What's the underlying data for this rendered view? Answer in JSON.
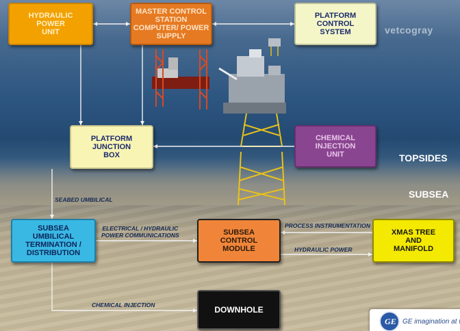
{
  "boxes": {
    "hydraulic_power_unit": "HYDRAULIC\nPOWER\nUNIT",
    "master_control_station": "MASTER CONTROL\nSTATION\nCOMPUTER/ POWER\nSUPPLY",
    "platform_control_system": "PLATFORM\nCONTROL\nSYSTEM",
    "platform_junction_box": "PLATFORM\nJUNCTION\nBOX",
    "chemical_injection_unit": "CHEMICAL\nINJECTION\nUNIT",
    "subsea_umbilical_termination": "SUBSEA\nUMBILICAL\nTERMINATION /\nDISTRIBUTION",
    "subsea_control_module": "SUBSEA\nCONTROL\nMODULE",
    "xmas_tree_manifold": "XMAS TREE\nAND\nMANIFOLD",
    "downhole": "DOWNHOLE"
  },
  "connection_labels": {
    "seabed_umbilical": "SEABED UMBILICAL",
    "electrical_hydraulic": "ELECTRICAL / HYDRAULIC\nPOWER COMMUNICATIONS",
    "process_instrumentation": "PROCESS INSTRUMENTATION",
    "hydraulic_power": "HYDRAULIC POWER",
    "chemical_injection": "CHEMICAL INJECTION"
  },
  "zones": {
    "topsides": "TOPSIDES",
    "subsea": "SUBSEA"
  },
  "branding": {
    "vetco": "vetcogray",
    "ge_tagline": "GE imagination at work"
  },
  "colors": {
    "hydraulic_power_unit": "#f2a100",
    "master_control_station": "#e67a22",
    "platform_control_system": "#f4f6c8",
    "platform_junction_box": "#f8f4b4",
    "chemical_injection_unit": "#8a4590",
    "subsea_umbilical_termination": "#3ab8e4",
    "subsea_control_module": "#f0853a",
    "xmas_tree_manifold": "#f4e900",
    "downhole": "#111111"
  }
}
